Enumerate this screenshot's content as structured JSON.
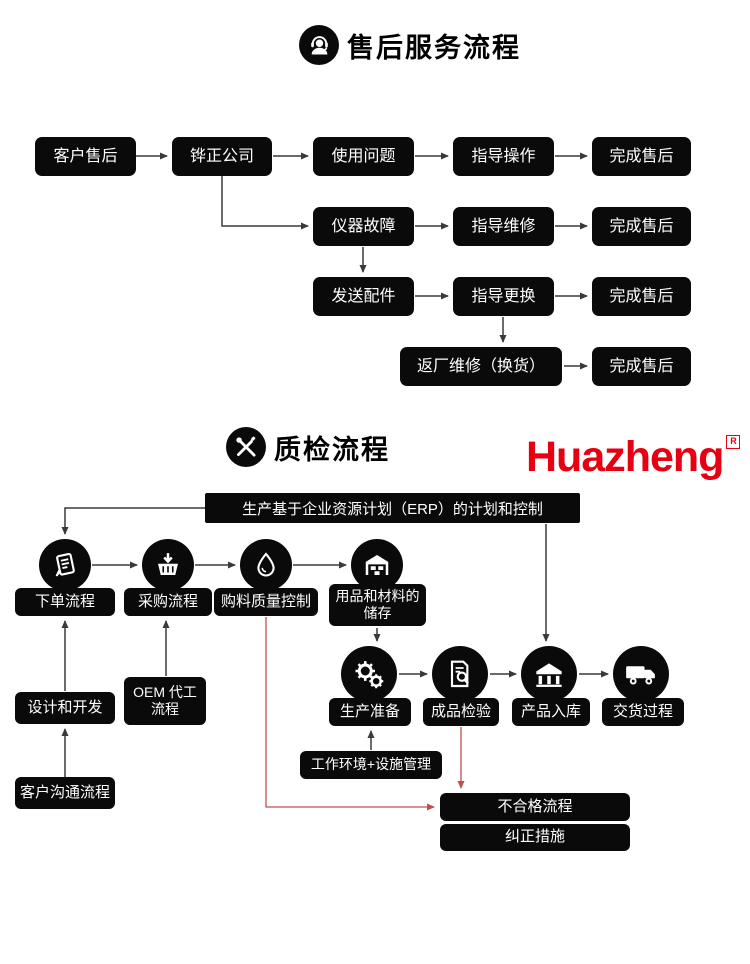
{
  "after_sales": {
    "title": "售后服务流程",
    "nodes": {
      "customer": "客户售后",
      "company": "铧正公司",
      "usage_issue": "使用问题",
      "guide_operation": "指导操作",
      "complete": "完成售后",
      "instrument_fault": "仪器故障",
      "guide_repair": "指导维修",
      "send_parts": "发送配件",
      "guide_replace": "指导更换",
      "return_repair": "返厂维修（换货）"
    }
  },
  "quality": {
    "title": "质检流程",
    "logo_text": "Huazheng",
    "logo_reg": "R",
    "erp_bar": "生产基于企业资源计划（ERP）的计划和控制",
    "nodes": {
      "order": "下单流程",
      "purchasing": "采购流程",
      "material_qc": "购料质量控制",
      "storage": "用品和材料的储存",
      "design_dev": "设计和开发",
      "oem": "OEM 代工流程",
      "customer_comm": "客户沟通流程",
      "production_prep": "生产准备",
      "final_inspection": "成品检验",
      "product_warehousing": "产品入库",
      "delivery": "交货过程",
      "work_env": "工作环境+设施管理",
      "nonconforming": "不合格流程",
      "corrective": "纠正措施"
    },
    "colors": {
      "accent_red": "#e60012",
      "line_red": "#c0504d",
      "line_black": "#3a3a3a",
      "node_bg": "#0a0a0a"
    }
  }
}
